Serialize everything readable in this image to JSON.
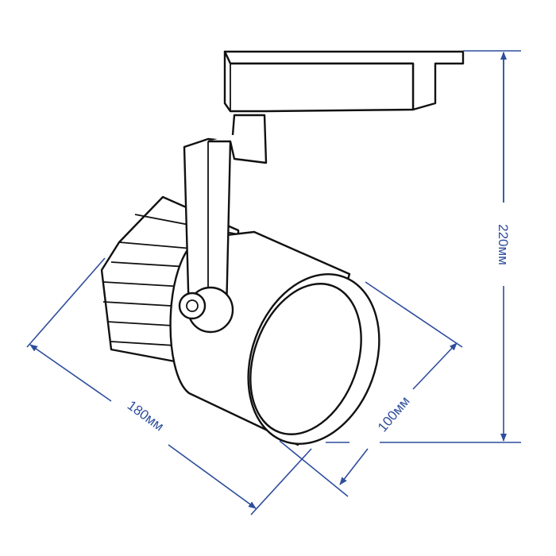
{
  "title": "Track spotlight dimensions",
  "dimensions": {
    "height": "220мм",
    "length": "180мм",
    "diameter": "100мм"
  },
  "colors": {
    "dimension": "#2e4d9c",
    "outline": "#111111"
  }
}
